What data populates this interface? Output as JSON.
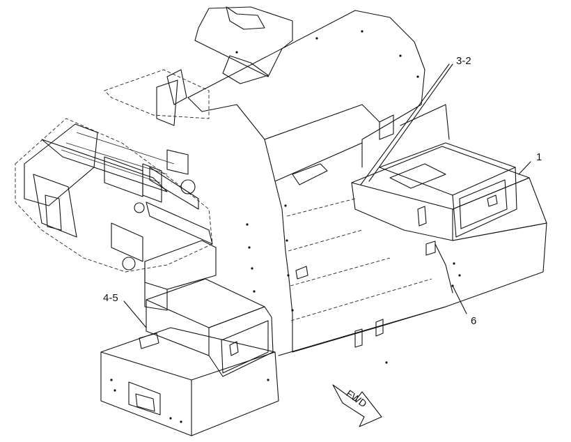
{
  "callouts": {
    "c1": "1",
    "c32": "3-2",
    "c45": "4-5",
    "c6": "6"
  },
  "direction_label": "FWD"
}
